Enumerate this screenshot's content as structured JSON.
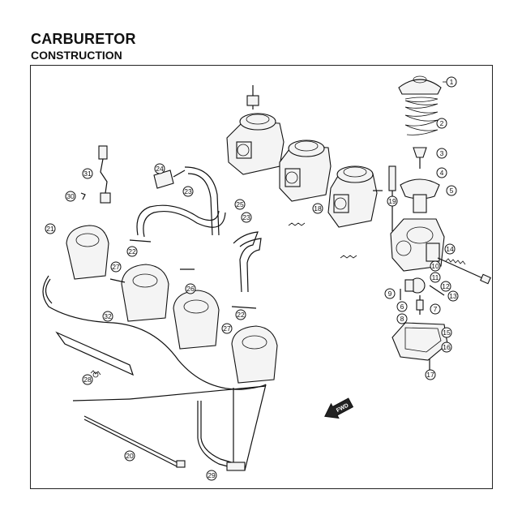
{
  "header": {
    "title": "CARBURETOR",
    "subtitle": "CONSTRUCTION"
  },
  "direction_label": "FWD",
  "callouts": [
    "1",
    "2",
    "3",
    "4",
    "5",
    "6",
    "7",
    "8",
    "9",
    "10",
    "11",
    "12",
    "13",
    "14",
    "15",
    "16",
    "17",
    "18",
    "19",
    "20",
    "21",
    "22",
    "23",
    "24",
    "25",
    "26",
    "27",
    "28",
    "29",
    "30",
    "31",
    "32"
  ]
}
